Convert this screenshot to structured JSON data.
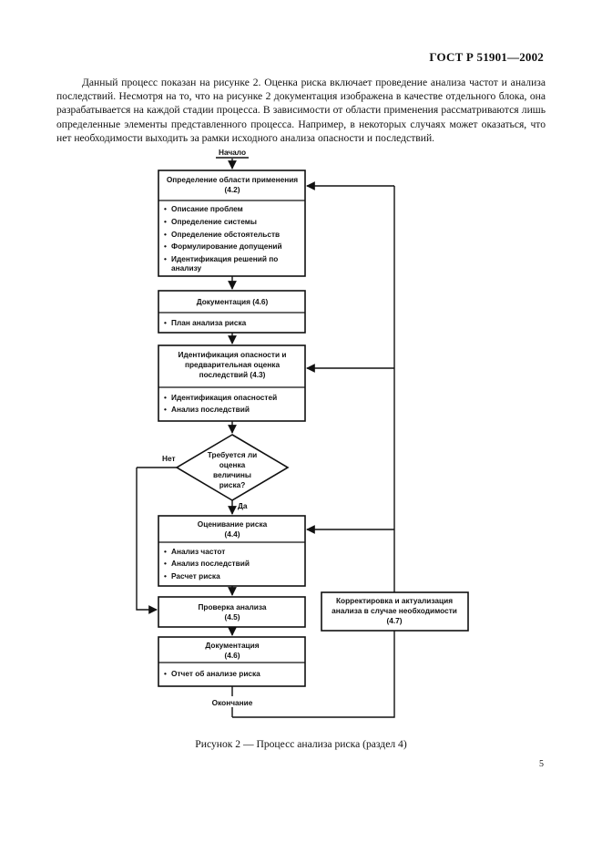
{
  "header": {
    "standard": "ГОСТ Р 51901—2002"
  },
  "intro_paragraph": "Данный процесс показан на рисунке 2. Оценка риска включает проведение анализа частот и анализа последствий. Несмотря на то, что на рисунке 2 документация изображена в качестве отдельного блока, она разрабатывается на каждой стадии процесса. В зависимости от области применения рассматриваются лишь определенные элементы представленного процесса. Например, в некоторых случаях может оказаться, что нет необходимости выходить за рамки исходного анализа опасности и последствий.",
  "flowchart": {
    "start": "Начало",
    "end": "Окончание",
    "scope": {
      "title_1": "Определение области применения",
      "title_2": "(4.2)",
      "items": [
        "Описание проблем",
        "Определение системы",
        "Определение обстоятельств",
        "Формулирование допущений",
        "Идентификация решений по",
        "анализу"
      ]
    },
    "documentation_plan": {
      "title": "Документация (4.6)",
      "items": [
        "План анализа риска"
      ]
    },
    "hazard_identification": {
      "title_1": "Идентификация опасности и",
      "title_2": "предварительная оценка",
      "title_3": "последствий (4.3)",
      "items": [
        "Идентификация опасностей",
        "Анализ последствий"
      ]
    },
    "decision": {
      "line_1": "Требуется ли",
      "line_2": "оценка",
      "line_3": "величины",
      "line_4": "риска?",
      "no_label": "Нет",
      "yes_label": "Да"
    },
    "risk_estimation": {
      "title_1": "Оценивание риска",
      "title_2": "(4.4)",
      "items": [
        "Анализ частот",
        "Анализ последствий",
        "Расчет риска"
      ]
    },
    "verification": {
      "title_1": "Проверка анализа",
      "title_2": "(4.5)"
    },
    "documentation_report": {
      "title_1": "Документация",
      "title_2": "(4.6)",
      "items": [
        "Отчет об анализе риска"
      ]
    },
    "correction": {
      "line_1": "Корректировка и актуализация",
      "line_2": "анализа в случае необходимости",
      "line_3": "(4.7)"
    }
  },
  "caption": "Рисунок 2 — Процесс анализа риска (раздел 4)",
  "page_number": "5"
}
